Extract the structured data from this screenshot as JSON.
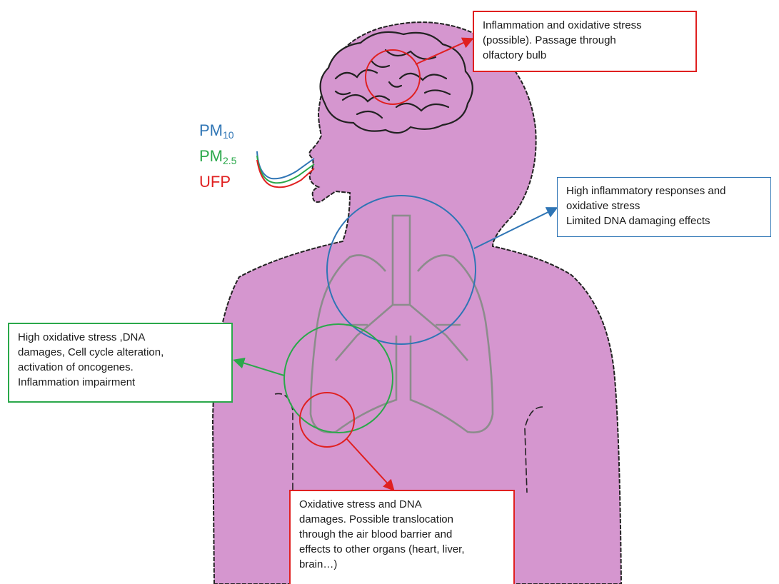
{
  "particles": [
    {
      "base": "PM",
      "sub": "10",
      "color": "#2f75b5"
    },
    {
      "base": "PM",
      "sub": "2.5",
      "color": "#2aa84a"
    },
    {
      "base": "UFP",
      "sub": "",
      "color": "#e02020"
    }
  ],
  "callouts": {
    "brain": {
      "lines": [
        "Inflammation and oxidative stress",
        "(possible). Passage through",
        "olfactory bulb"
      ]
    },
    "upper_airways": {
      "lines": [
        "High inflammatory responses and",
        "oxidative stress",
        "Limited DNA damaging effects"
      ]
    },
    "bronchi": {
      "lines": [
        "High oxidative stress ,DNA",
        "damages, Cell cycle alteration,",
        "activation of oncogenes.",
        "Inflammation impairment"
      ]
    },
    "alveoli": {
      "lines": [
        "Oxidative stress and DNA",
        "damages. Possible translocation",
        "through the air blood barrier and",
        "effects to other organs (heart, liver,",
        "brain…)"
      ]
    }
  },
  "colors": {
    "body_fill": "#d596cf",
    "outline": "#222222",
    "lungs": "#8c8c8c",
    "pm10": "#2f75b5",
    "pm25": "#2aa84a",
    "ufp": "#e02020"
  }
}
